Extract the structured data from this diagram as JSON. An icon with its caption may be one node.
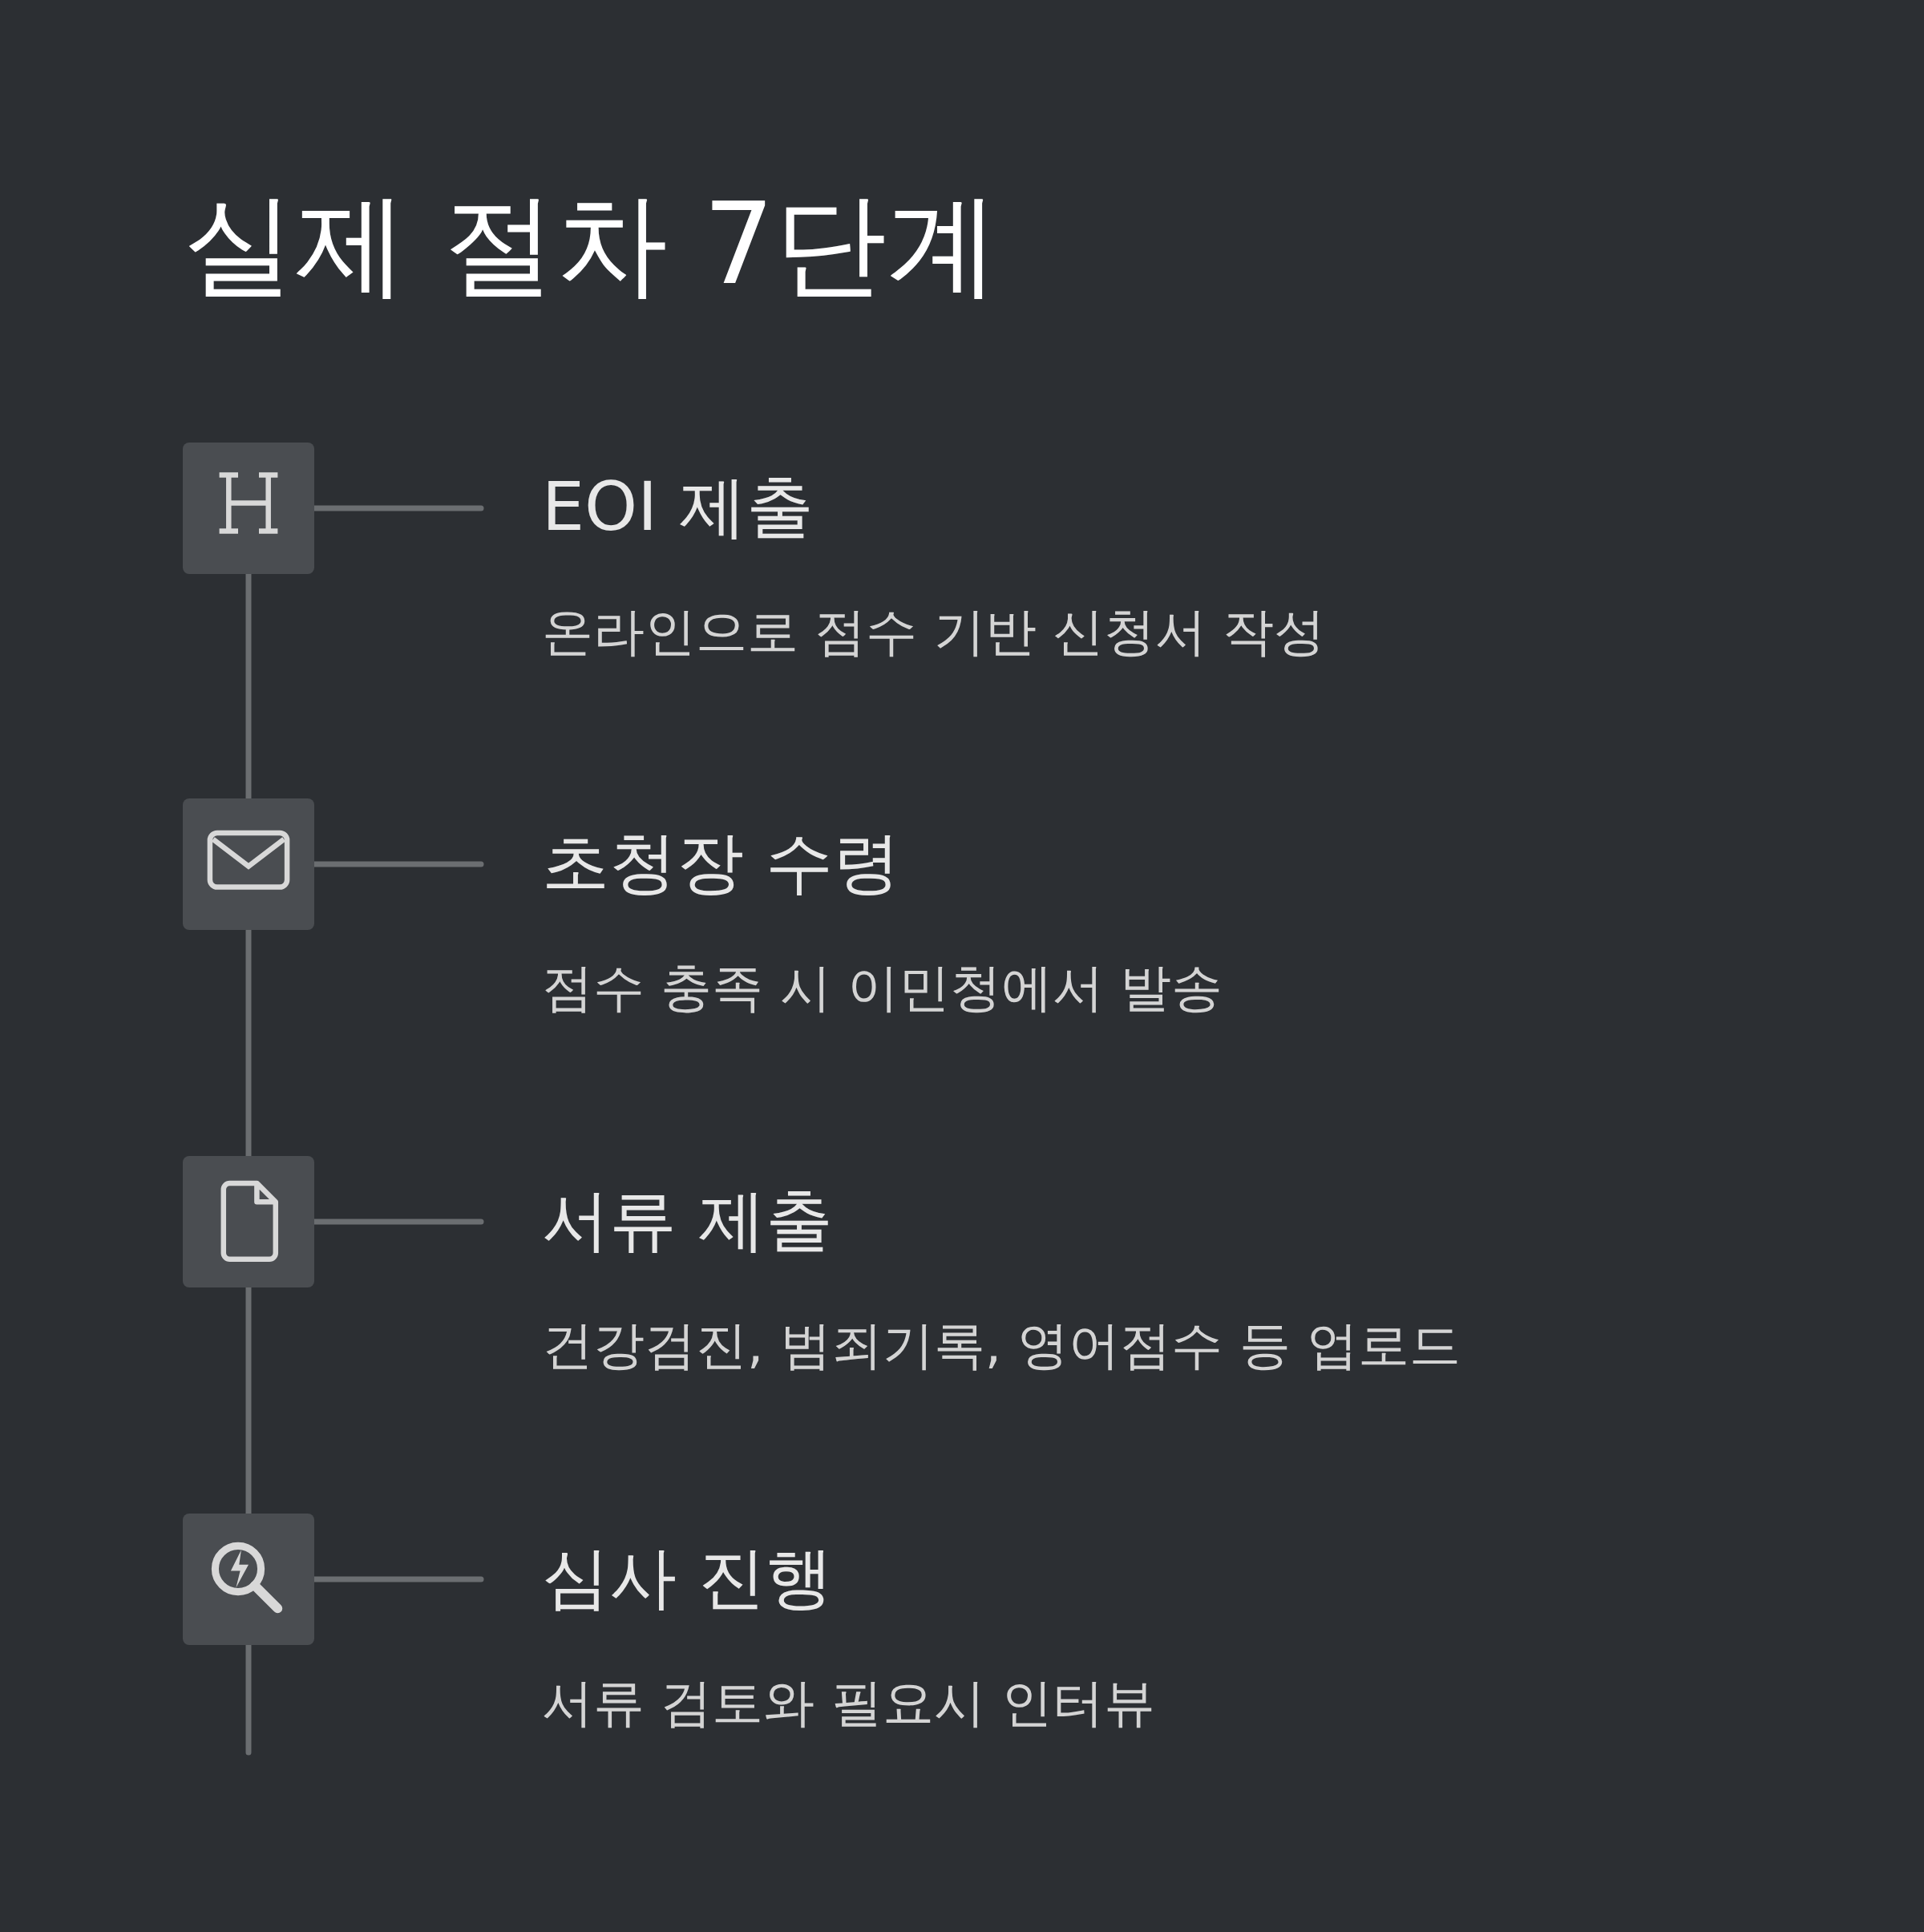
{
  "diagram": {
    "title": "실제 절차 7단계",
    "nodes": [
      {
        "text": [],
        "shape": "box"
      },
      {
        "text": [
          "EOI 제출",
          "온라인으로 점수 기반 신청서 작성"
        ]
      },
      {
        "text": [],
        "shape": "box"
      },
      {
        "text": [
          "초청장 수령",
          "점수 충족 시 이민청에서 발송"
        ]
      },
      {
        "text": [],
        "shape": "box"
      },
      {
        "text": [
          "서류 제출",
          "건강검진, 범죄기록, 영어점수 등 업로드"
        ]
      },
      {
        "text": [],
        "shape": "box"
      },
      {
        "text": [
          "심사 진행",
          "서류 검토와 필요시 인터뷰"
        ]
      }
    ],
    "edges": [
      {
        "from": 0,
        "to": 1,
        "arrow": "none"
      },
      {
        "from": 2,
        "to": 3,
        "arrow": "none"
      },
      {
        "from": 4,
        "to": 5,
        "arrow": "none"
      },
      {
        "from": 6,
        "to": 7,
        "arrow": "none"
      },
      {
        "from": 0,
        "to": 2,
        "arrow": "none"
      },
      {
        "from": 2,
        "to": 4,
        "arrow": "none"
      },
      {
        "from": 4,
        "to": 6,
        "arrow": "none"
      },
      {
        "from": 6,
        "to": null,
        "arrow": "none"
      }
    ]
  }
}
